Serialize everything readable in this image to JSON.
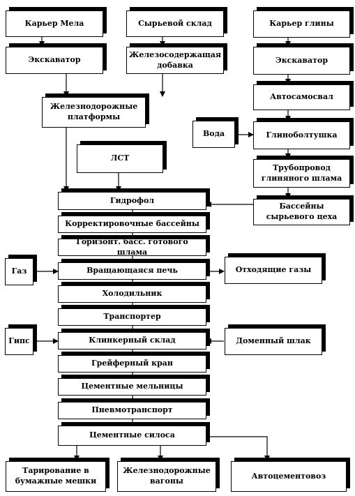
{
  "nodes": {
    "karer_mela": "Карьер Мела",
    "syrevoy_sklad": "Сырьевой склад",
    "karer_gliny": "Карьер глины",
    "ekskavator_1": "Экскаватор",
    "zhelezo_dobavka": "Железосодержащая добавка",
    "ekskavator_2": "Экскаватор",
    "avtosamosval": "Автосамосвал",
    "zhd_platformy": "Железнодорожные платформы",
    "voda": "Вода",
    "glinoboltushka": "Глиноболтушка",
    "lst": "ЛСТ",
    "truboprovod": "Трубопровод глиняного шлама",
    "gidrofol": "Гидрофол",
    "basseyny_syr": "Бассейны сырьевого цеха",
    "korrekt_bass": "Корректировочные бассейны",
    "gorizont_bass": "Горизонт. басс. готового шлама",
    "gaz": "Газ",
    "vrash_pech": "Вращающаяся печь",
    "othod_gazy": "Отходящие газы",
    "holodilnik": "Холодильник",
    "transporter": "Транспортер",
    "gips": "Гипс",
    "klinker_sklad": "Клинкерный склад",
    "domen_shlak": "Доменный шлак",
    "greyfer_kran": "Грейферный кран",
    "cement_melnicy": "Цементные мельницы",
    "pnevmotransport": "Пневмотранспорт",
    "cement_silosa": "Цементные силоса",
    "tarirovanie": "Тарирование в бумажные мешки",
    "zhd_vagony": "Железнодорожные вагоны",
    "avtocementovoz": "Автоцементовоз"
  }
}
